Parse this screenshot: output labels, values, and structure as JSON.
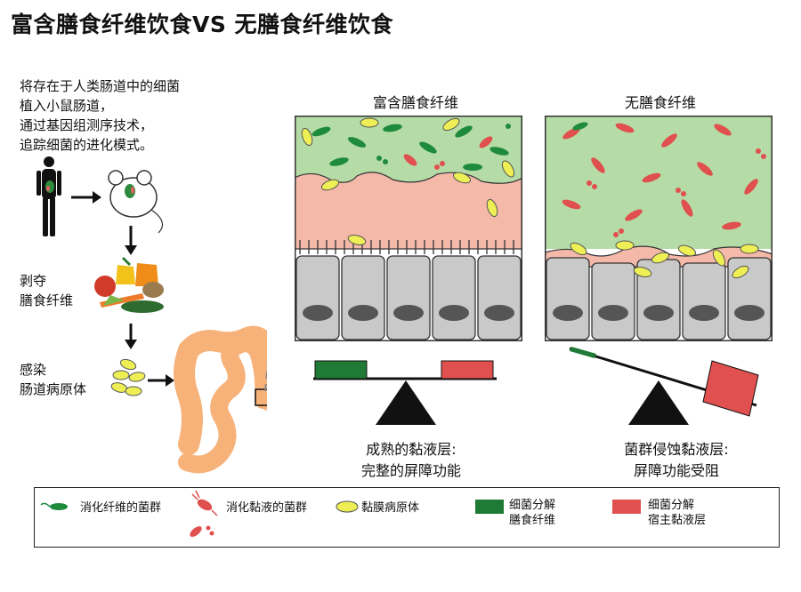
{
  "title": "富含膳食纤维饮食VS 无膳食纤维饮食",
  "steps": {
    "intro_lines": [
      "将存在于人类肠道中的细菌",
      "植入小鼠肠道，",
      "通过基因组测序技术，",
      "追踪细菌的进化模式。"
    ],
    "step2_lines": [
      "剥夺",
      "膳食纤维"
    ],
    "step3_lines": [
      "感染",
      "肠道病原体"
    ]
  },
  "panels": {
    "left_label": "富含膳食纤维",
    "right_label": "无膳食纤维",
    "left_caption": [
      "成熟的黏液层:",
      "完整的屏障功能"
    ],
    "right_caption": [
      "菌群侵蚀黏液层:",
      "屏障功能受阻"
    ]
  },
  "legend": {
    "fiber_bacteria": "消化纤维的菌群",
    "mucus_bacteria": "消化黏液的菌群",
    "pathogen": "黏膜病原体",
    "green_box": [
      "细菌分解",
      "膳食纤维"
    ],
    "red_box": [
      "细菌分解",
      "宿主黏液层"
    ]
  },
  "colors": {
    "lumen_green": "#b5dca7",
    "mucus_pink": "#f4b9a9",
    "cell_gray": "#c9c9c9",
    "fiber_green": "#1e8a3c",
    "mucus_red": "#e0504e",
    "pathogen_yellow": "#eeee55",
    "intestine_orange": "#f7b27a"
  }
}
